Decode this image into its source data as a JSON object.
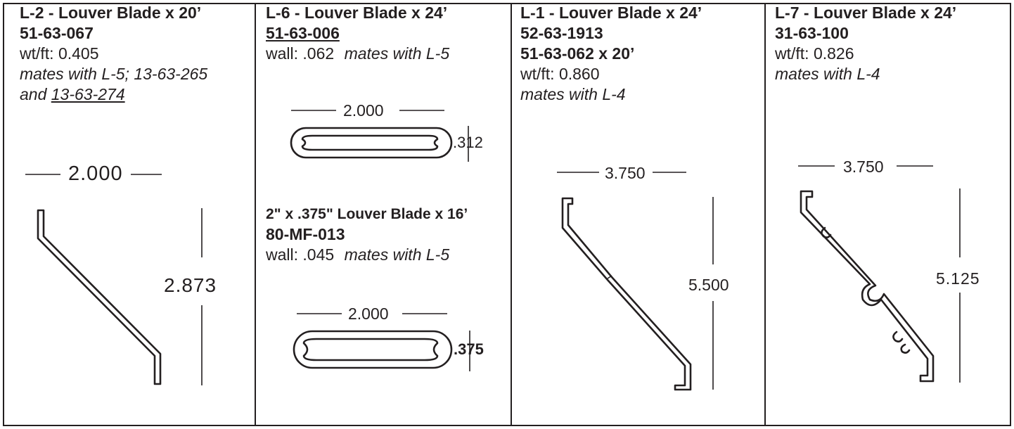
{
  "panels": [
    {
      "title": "L-2 - Louver Blade x 20’",
      "part": "51-63-067",
      "wt_label": "wt/ft:",
      "wt_value": "0.405",
      "note_line1": "mates with L-5; 13-63-265",
      "note_line2_prefix": "and ",
      "note_line2_link": "13-63-274",
      "dim_width": "2.000",
      "dim_height": "2.873"
    },
    {
      "title": "L-6 - Louver Blade x 24’",
      "part": "51-63-006",
      "wall_label": "wall:",
      "wall_value": ".062",
      "mates": "mates with L-5",
      "dim_width": "2.000",
      "dim_thickness": ".312",
      "sub": {
        "title": "2\" x .375\" Louver Blade x 16’",
        "part": "80-MF-013",
        "wall_label": "wall:",
        "wall_value": ".045",
        "mates": "mates with L-5",
        "dim_width": "2.000",
        "dim_thickness": ".375"
      }
    },
    {
      "title": "L-1 - Louver Blade x 24’",
      "part1": "52-63-1913",
      "part2": "51-63-062 x 20’",
      "wt_label": "wt/ft:",
      "wt_value": "0.860",
      "mates": "mates with L-4",
      "dim_width": "3.750",
      "dim_height": "5.500"
    },
    {
      "title": "L-7 - Louver Blade x 24’",
      "part": "31-63-100",
      "wt_label": "wt/ft:",
      "wt_value": "0.826",
      "mates": "mates with L-4",
      "dim_width": "3.750",
      "dim_height": "5.125"
    }
  ]
}
